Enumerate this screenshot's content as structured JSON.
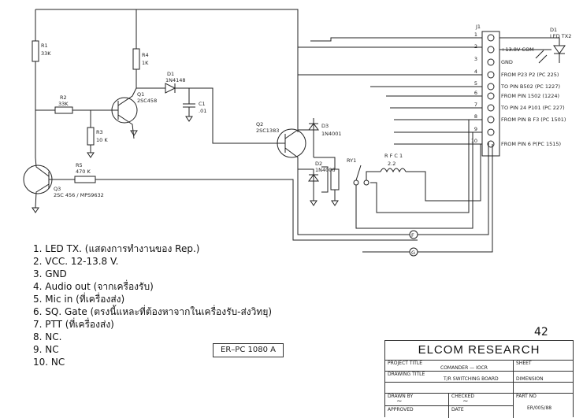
{
  "components": {
    "r1": {
      "ref": "R1",
      "value": "33K"
    },
    "r2": {
      "ref": "R2",
      "value": "33K"
    },
    "r3": {
      "ref": "R3",
      "value": "10 K"
    },
    "r4": {
      "ref": "R4",
      "value": "1K"
    },
    "r5": {
      "ref": "R5",
      "value": "470 K"
    },
    "q1": {
      "ref": "Q1",
      "value": "2SC458"
    },
    "q2": {
      "ref": "Q2",
      "value": "2SC1383"
    },
    "q3": {
      "ref": "Q3",
      "value": "2SC 456 / MPS9632"
    },
    "d1": {
      "ref": "D1",
      "value": "1N4148",
      "label": "D1",
      "model": "1N4148"
    },
    "d2": {
      "ref": "D2",
      "value": "1N4006"
    },
    "d3": {
      "ref": "D3",
      "value": "1N4001"
    },
    "c1": {
      "ref": "C1",
      "value": ".01"
    },
    "ry1": {
      "ref": "RY1"
    },
    "rfc1": {
      "ref": "R F C 1",
      "value": "2.2"
    },
    "ledtx": {
      "ref": "D1",
      "value": "LED TX2"
    },
    "connector": {
      "ref": "J1"
    }
  },
  "connector_pins": [
    {
      "num": "1",
      "label": ""
    },
    {
      "num": "2",
      "label": "+13.8V COM"
    },
    {
      "num": "3",
      "label": "GND"
    },
    {
      "num": "4",
      "label": "FROM P23 P2 (PC 225)"
    },
    {
      "num": "5",
      "label": "TO PIN B502  (PC 1227)"
    },
    {
      "num": "6",
      "label": "FROM PIN 1502 (1224)"
    },
    {
      "num": "7",
      "label": "TO PIN 24 P101 (PC 227)"
    },
    {
      "num": "8",
      "label": "FROM PIN B F3 (PC 1501)"
    },
    {
      "num": "9",
      "label": ""
    },
    {
      "num": "10",
      "label": "FROM PIN 6 P(PC 1515)"
    }
  ],
  "line_markers": {
    "f": "F",
    "g": "G"
  },
  "notes": [
    "1.  LED TX. (แสดงการทำงานของ Rep.)",
    "2.  VCC. 12-13.8 V.",
    "3.  GND",
    "4.  Audio out (จากเครื่องรับ)",
    "5.  Mic in (ที่เครื่องส่ง)",
    "6.  SQ. Gate (ตรงนี้แหละที่ต้องหาจากในเครื่องรับ-ส่งวิทยุ)",
    "7.  PTT (ที่เครื่องส่ง)",
    "8.  NC.",
    "9.  NC",
    "10.  NC"
  ],
  "reference_box": "ER–PC 1080 A",
  "sheet_number": "42",
  "title_block": {
    "company": "ELCOM RESEARCH",
    "project_title_label": "PROJECT TITLE",
    "project_title": "COMANDER — IOCR",
    "sheet_label": "SHEET",
    "drawing_title_label": "DRAWING TITLE",
    "drawing_title": "T/R SWITCHING BOARD",
    "dimension_label": "DIMENSION",
    "drawn_by_label": "DRAWN BY",
    "checked_label": "CHECKED",
    "part_no_label": "PART NO",
    "part_no": "ER/005/88",
    "approved_label": "APPROVED",
    "date_label": "DATE"
  }
}
